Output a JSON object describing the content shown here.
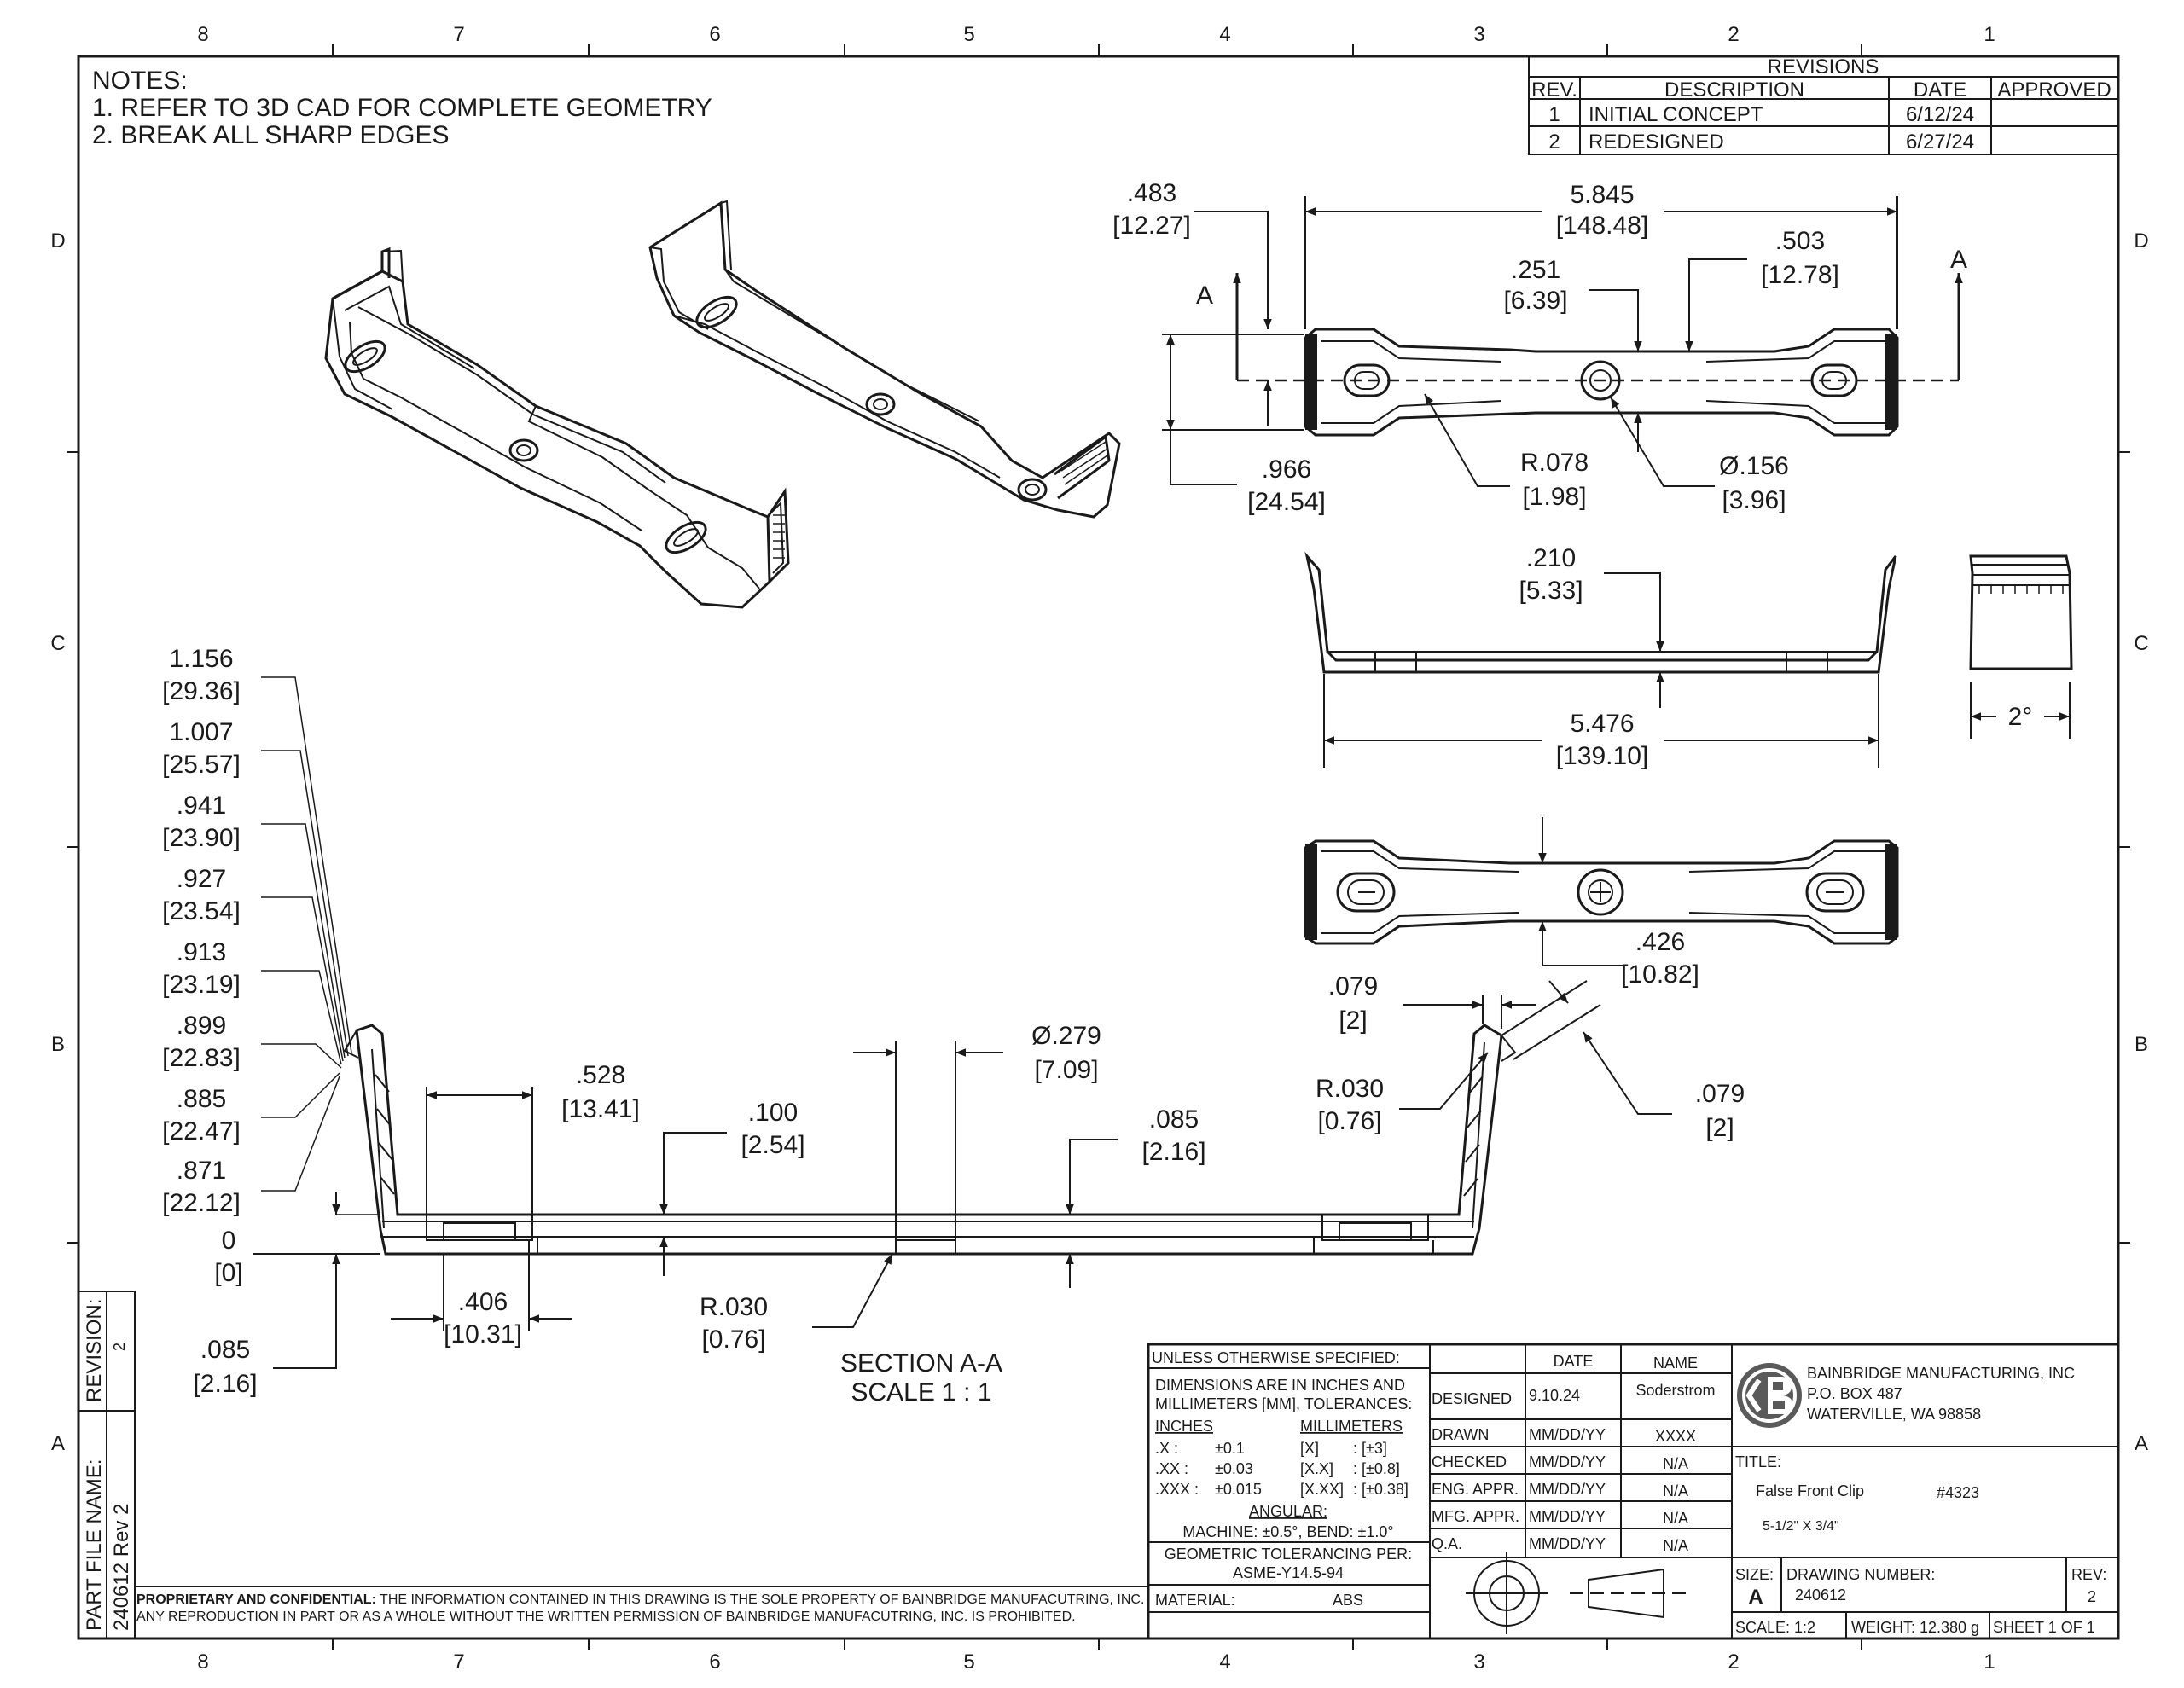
{
  "zones": {
    "columns": [
      "8",
      "7",
      "6",
      "5",
      "4",
      "3",
      "2",
      "1"
    ],
    "rows": [
      "D",
      "C",
      "B",
      "A"
    ]
  },
  "notes": {
    "header": "NOTES:",
    "items": [
      "1.  REFER TO 3D CAD FOR COMPLETE GEOMETRY",
      "2.  BREAK ALL SHARP EDGES"
    ]
  },
  "revisions": {
    "title": "REVISIONS",
    "headers": [
      "REV.",
      "DESCRIPTION",
      "DATE",
      "APPROVED"
    ],
    "rows": [
      {
        "rev": "1",
        "description": "INITIAL CONCEPT",
        "date": "6/12/24",
        "approved": ""
      },
      {
        "rev": "2",
        "description": "REDESIGNED",
        "date": "6/27/24",
        "approved": ""
      }
    ]
  },
  "top_view": {
    "overall": {
      "in": "5.845",
      "mm": "[148.48]"
    },
    "d483": {
      "in": ".483",
      "mm": "[12.27]"
    },
    "d251": {
      "in": ".251",
      "mm": "[6.39]"
    },
    "d503": {
      "in": ".503",
      "mm": "[12.78]"
    },
    "d966": {
      "in": ".966",
      "mm": "[24.54]"
    },
    "r078": {
      "in": "R.078",
      "mm": "[1.98]"
    },
    "dia156": {
      "in": "Ø.156",
      "mm": "[3.96]"
    },
    "section_left": "A",
    "section_right": "A"
  },
  "front_view": {
    "d210": {
      "in": ".210",
      "mm": "[5.33]"
    },
    "d5476": {
      "in": "5.476",
      "mm": "[139.10]"
    }
  },
  "side_view": {
    "angle": "2°"
  },
  "bottom_view": {
    "d426": {
      "in": ".426",
      "mm": "[10.82]"
    }
  },
  "section": {
    "title": "SECTION A-A",
    "scale": "SCALE 1 : 1",
    "stack": [
      {
        "in": "1.156",
        "mm": "[29.36]"
      },
      {
        "in": "1.007",
        "mm": "[25.57]"
      },
      {
        "in": ".941",
        "mm": "[23.90]"
      },
      {
        "in": ".927",
        "mm": "[23.54]"
      },
      {
        "in": ".913",
        "mm": "[23.19]"
      },
      {
        "in": ".899",
        "mm": "[22.83]"
      },
      {
        "in": ".885",
        "mm": "[22.47]"
      },
      {
        "in": ".871",
        "mm": "[22.12]"
      },
      {
        "in": "0",
        "mm": "[0]"
      }
    ],
    "d085_left": {
      "in": ".085",
      "mm": "[2.16]"
    },
    "d406": {
      "in": ".406",
      "mm": "[10.31]"
    },
    "d528": {
      "in": ".528",
      "mm": "[13.41]"
    },
    "d100": {
      "in": ".100",
      "mm": "[2.54]"
    },
    "r030_bottom": {
      "in": "R.030",
      "mm": "[0.76]"
    },
    "dia279": {
      "in": "Ø.279",
      "mm": "[7.09]"
    },
    "d085_mid": {
      "in": ".085",
      "mm": "[2.16]"
    },
    "d079_top": {
      "in": ".079",
      "mm": "[2]"
    },
    "r030_right": {
      "in": "R.030",
      "mm": "[0.76]"
    },
    "d079_right": {
      "in": ".079",
      "mm": "[2]"
    }
  },
  "title_block": {
    "unless": "UNLESS OTHERWISE SPECIFIED:",
    "dims_line1": "DIMENSIONS ARE IN INCHES AND",
    "dims_line2": "MILLIMETERS [MM], TOLERANCES:",
    "inches_header": "INCHES",
    "mm_header": "MILLIMETERS",
    "tolerances": [
      {
        "in_label": ".X :",
        "in_val": "±0.1",
        "mm_label": "[X]",
        "mm_val": ": [±3]"
      },
      {
        "in_label": ".XX :",
        "in_val": "±0.03",
        "mm_label": "[X.X]",
        "mm_val": ": [±0.8]"
      },
      {
        "in_label": ".XXX :",
        "in_val": "±0.015",
        "mm_label": "[X.XX]",
        "mm_val": ": [±0.38]"
      }
    ],
    "angular": "ANGULAR:",
    "angular_vals": "MACHINE: ±0.5°, BEND: ±1.0°",
    "gt_line1": "GEOMETRIC TOLERANCING PER:",
    "gt_line2": "ASME-Y14.5-94",
    "material_label": "MATERIAL:",
    "material": "ABS",
    "approvals_headers": [
      "DATE",
      "NAME"
    ],
    "approvals": [
      {
        "role": "DESIGNED",
        "date": "9.10.24",
        "name": "Soderstrom"
      },
      {
        "role": "DRAWN",
        "date": "MM/DD/YY",
        "name": "XXXX"
      },
      {
        "role": "CHECKED",
        "date": "MM/DD/YY",
        "name": "N/A"
      },
      {
        "role": "ENG. APPR.",
        "date": "MM/DD/YY",
        "name": "N/A"
      },
      {
        "role": "MFG. APPR.",
        "date": "MM/DD/YY",
        "name": "N/A"
      },
      {
        "role": "Q.A.",
        "date": "MM/DD/YY",
        "name": "N/A"
      }
    ],
    "company_line1": "BAINBRIDGE MANUFACTURING, INC",
    "company_line2": "P.O. BOX 487",
    "company_line3": "WATERVILLE, WA 98858",
    "title_label": "TITLE:",
    "part_title": "False Front Clip",
    "part_number": "#4323",
    "part_size": "5-1/2\" X 3/4\"",
    "size_label": "SIZE:",
    "size": "A",
    "drawing_number_label": "DRAWING NUMBER:",
    "drawing_number": "240612",
    "rev_label": "REV:",
    "rev": "2",
    "scale": "SCALE: 1:2",
    "weight": "WEIGHT: 12.380 g",
    "sheet": "SHEET 1 OF 1"
  },
  "side_block": {
    "revision_label": "REVISION:",
    "revision": "2",
    "file_label": "PART FILE NAME:",
    "file_name": "240612 Rev 2"
  },
  "proprietary": {
    "bold": "PROPRIETARY AND CONFIDENTIAL:",
    "line1": " THE INFORMATION CONTAINED IN THIS DRAWING IS THE SOLE PROPERTY OF BAINBRIDGE MANUFACUTRING, INC.",
    "line2": "ANY REPRODUCTION IN PART OR AS A WHOLE WITHOUT THE WRITTEN PERMISSION OF BAINBRIDGE MANUFACUTRING, INC. IS PROHIBITED."
  }
}
